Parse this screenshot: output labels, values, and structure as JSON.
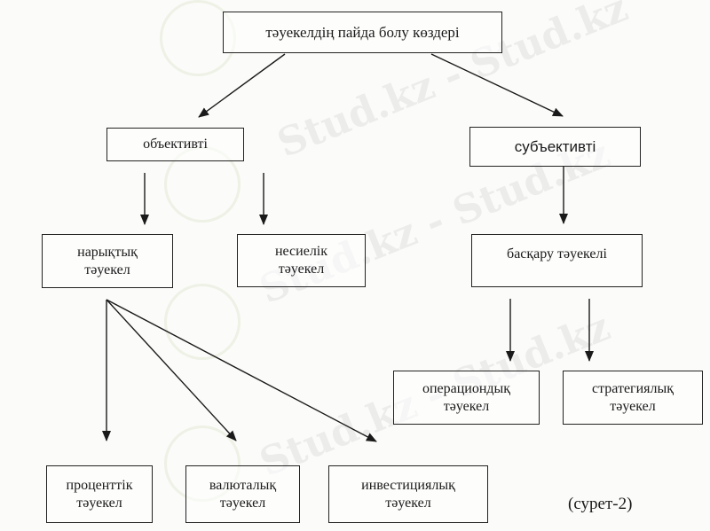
{
  "diagram": {
    "root": "тәуекелдің пайда болу көздері",
    "objective": "объективті",
    "subjective": "субъективті",
    "market": [
      "нарықтық",
      "тәуекел"
    ],
    "credit": [
      "несиелік",
      "тәуекел"
    ],
    "management": "басқару тәуекелі",
    "operational": [
      "операциондық",
      "тәуекел"
    ],
    "strategic": [
      "стратегиялық",
      "тәуекел"
    ],
    "interest": [
      "проценттік",
      "тәуекел"
    ],
    "currency": [
      "валюталық",
      "тәуекел"
    ],
    "investment": [
      "инвестициялық",
      "тәуекел"
    ],
    "caption": "(сурет-2)"
  },
  "watermark": "Stud.kz - Stud.kz",
  "colors": {
    "line": "#1a1a1a",
    "background": "#fbfbf9"
  }
}
